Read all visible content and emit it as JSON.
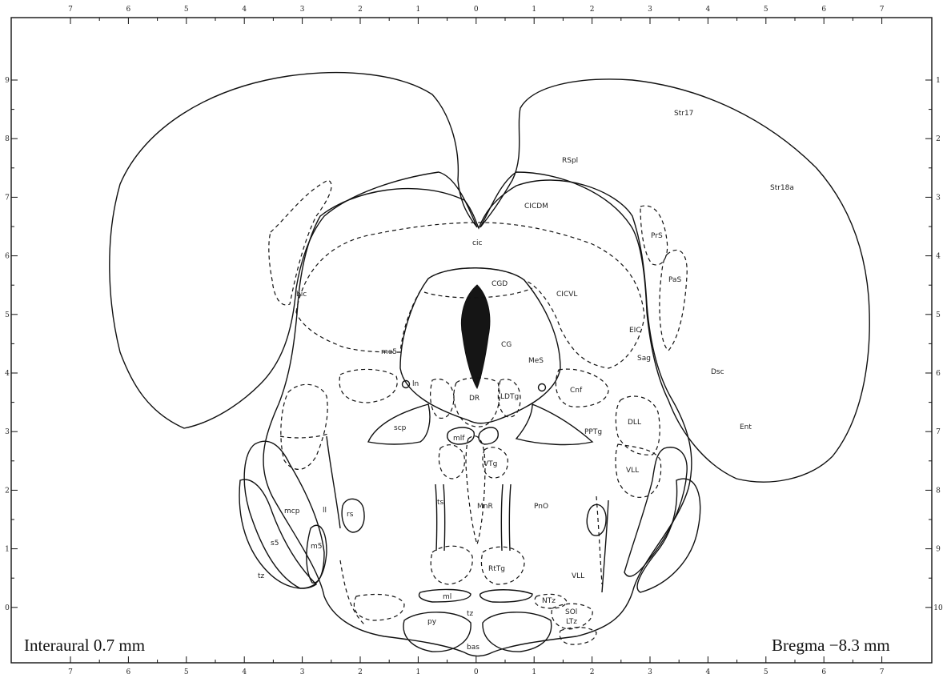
{
  "captions": {
    "left": "Interaural 0.7 mm",
    "right": "Bregma −8.3 mm"
  },
  "axis": {
    "top_ticks": [
      "7",
      "6",
      "5",
      "4",
      "3",
      "2",
      "1",
      "0",
      "1",
      "2",
      "3",
      "4",
      "5",
      "6",
      "7"
    ],
    "bottom_ticks": [
      "7",
      "6",
      "5",
      "4",
      "3",
      "2",
      "1",
      "0",
      "1",
      "2",
      "3",
      "4",
      "5",
      "6",
      "7"
    ],
    "left_ticks": [
      "9",
      "8",
      "7",
      "6",
      "5",
      "4",
      "3",
      "2",
      "1",
      "0"
    ],
    "right_ticks": [
      "1",
      "2",
      "3",
      "4",
      "5",
      "6",
      "7",
      "8",
      "9",
      "10"
    ]
  },
  "regions": {
    "str17": "Str17",
    "rspl": "RSpl",
    "str18a": "Str18a",
    "cicdm": "CICDM",
    "cic": "cic",
    "prs": "PrS",
    "pas": "PaS",
    "bic": "bic",
    "cgd": "CGD",
    "cicvl": "CICVL",
    "eic": "EIC",
    "sag": "Sag",
    "me5": "me5",
    "cg": "CG",
    "mes": "MeS",
    "dsc": "Dsc",
    "ln": "ln",
    "dr": "DR",
    "ldtg": "LDTg",
    "cnf": "Cnf",
    "scp": "scp",
    "mlf": "mlf",
    "pptg": "PPTg",
    "dll": "DLL",
    "ent": "Ent",
    "vtg": "VTg",
    "vll": "VLL",
    "mcp": "mcp",
    "ll": "ll",
    "rs": "rs",
    "ts": "ts",
    "mnr": "MnR",
    "pno": "PnO",
    "s5": "s5",
    "m5": "m5",
    "rtg": "RtTg",
    "vll2": "VLL",
    "tz_left": "tz",
    "ml": "ml",
    "ntz": "NTz",
    "tz_mid": "tz",
    "sol": "SOl",
    "ltz": "LTz",
    "py": "py",
    "bas": "bas"
  }
}
